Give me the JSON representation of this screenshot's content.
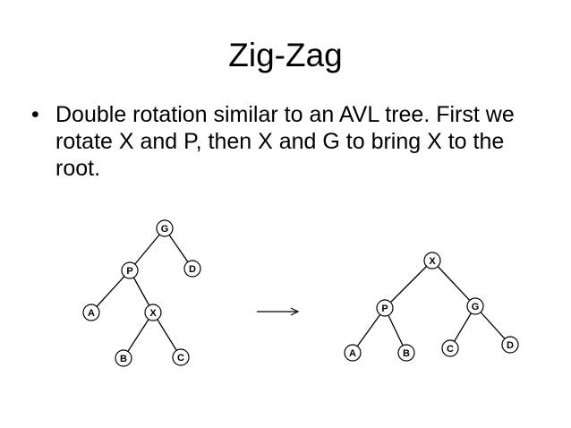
{
  "slide": {
    "title": "Zig-Zag",
    "bullet_symbol": "•",
    "bullet_text": "Double rotation similar to an AVL tree. First we rotate X and P, then X and G to bring X to the root."
  },
  "diagram": {
    "before_tree": {
      "nodes": [
        "G",
        "P",
        "D",
        "A",
        "X",
        "B",
        "C"
      ]
    },
    "after_tree": {
      "nodes": [
        "X",
        "P",
        "G",
        "A",
        "B",
        "C",
        "D"
      ]
    }
  }
}
